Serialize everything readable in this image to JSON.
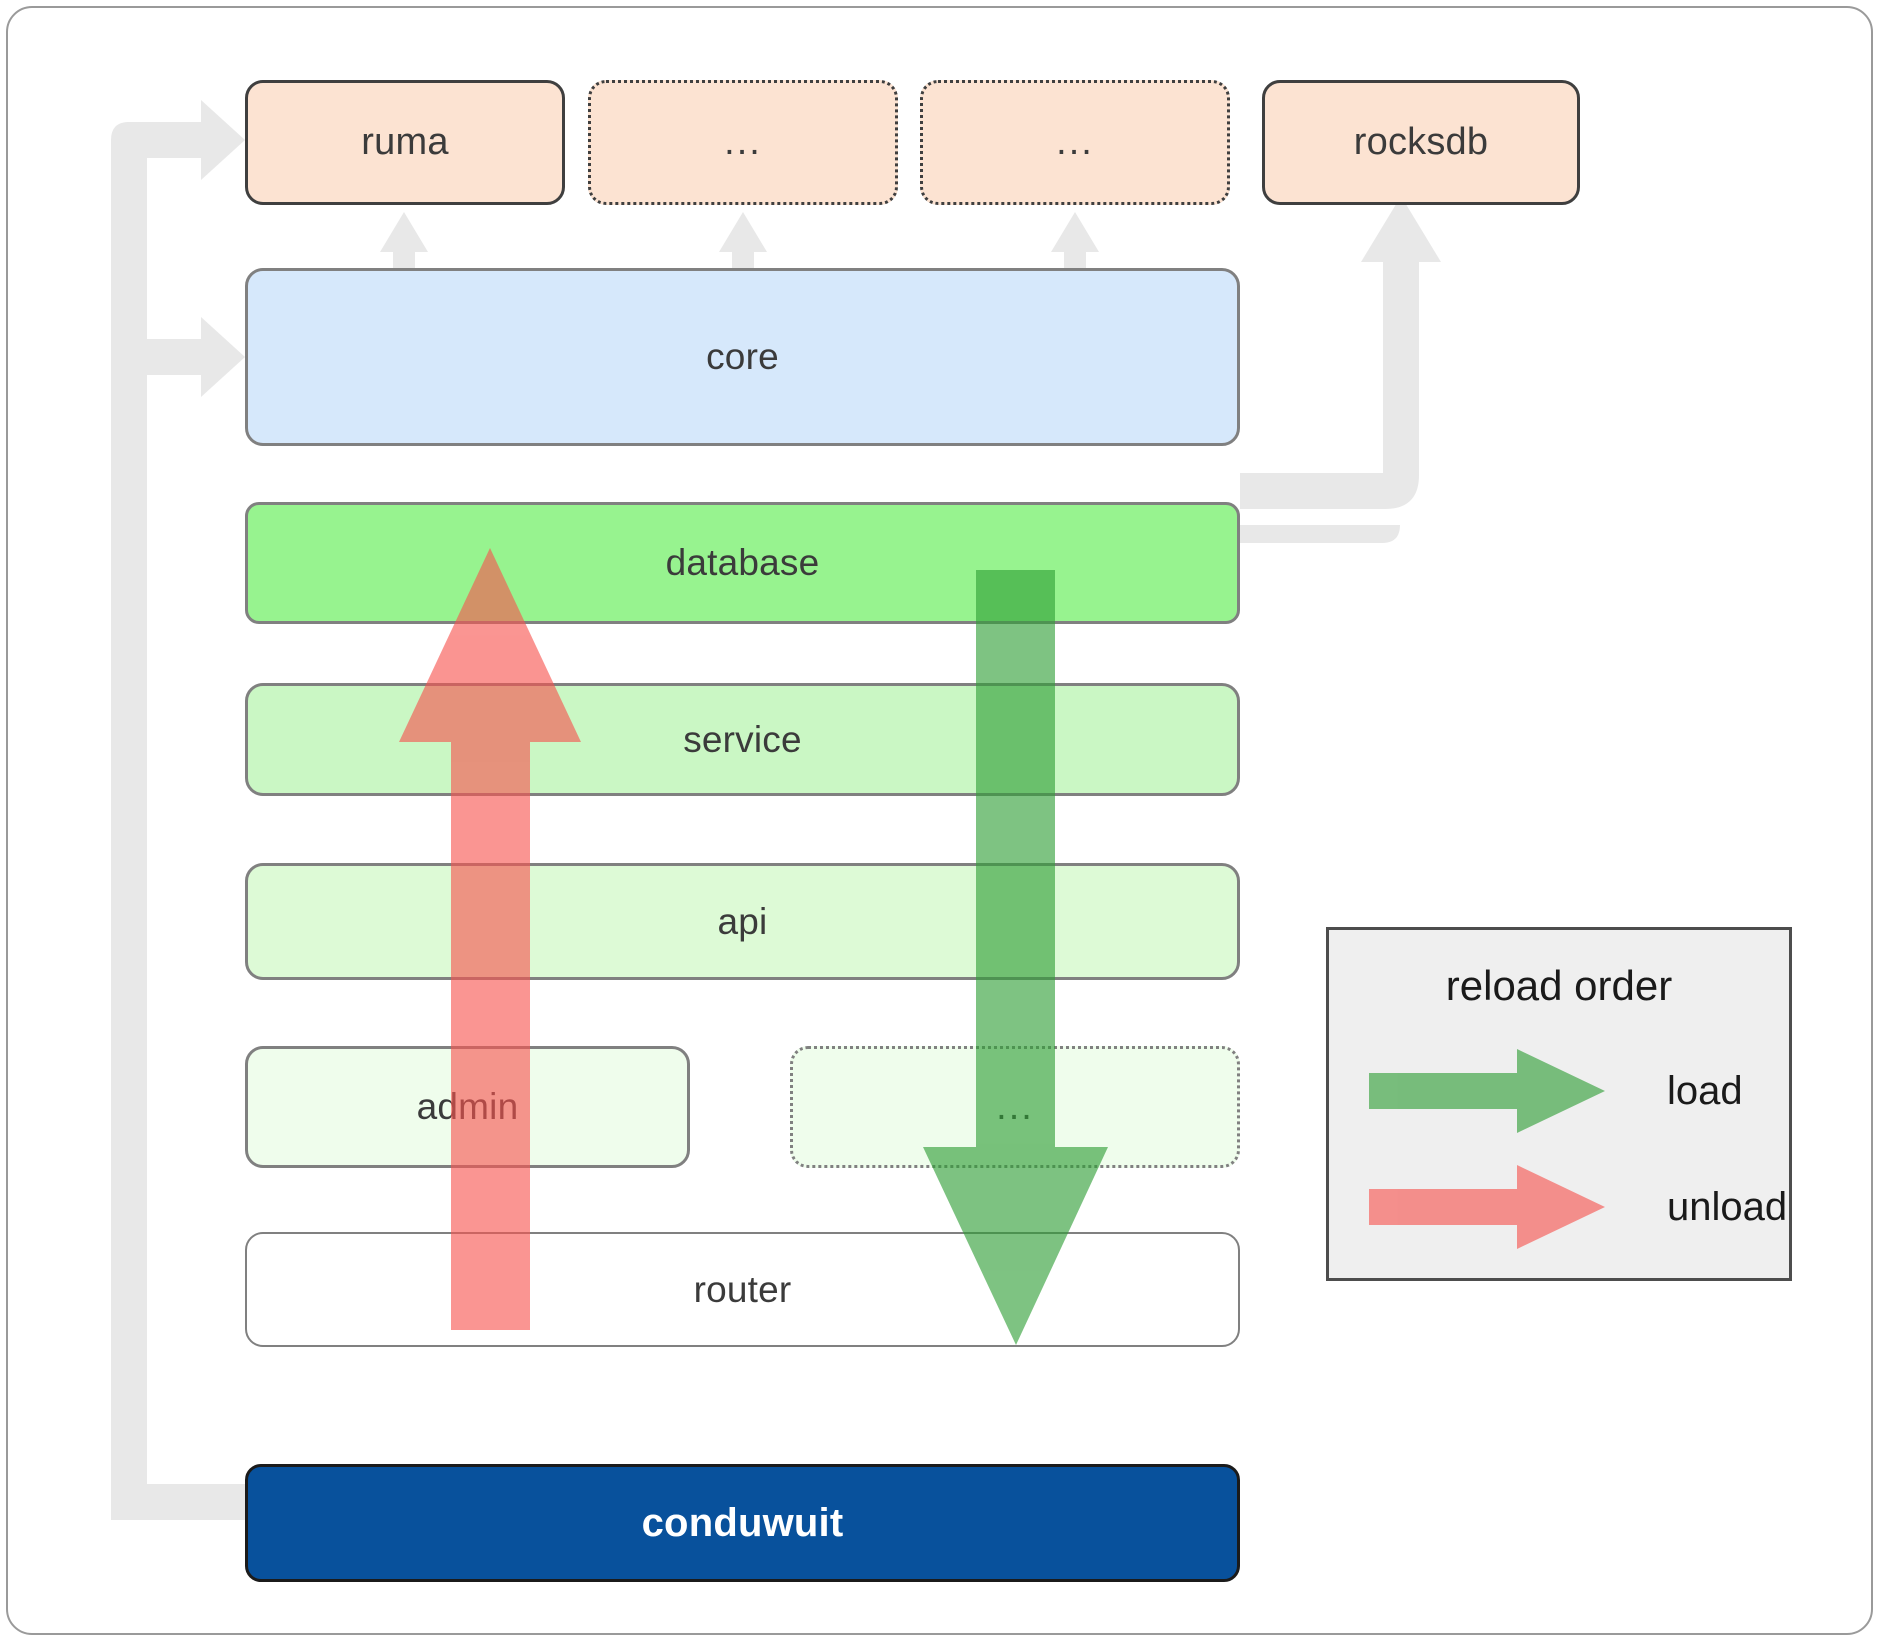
{
  "diagram": {
    "title": "conduwuit crate dependency / reload order diagram",
    "colors": {
      "dependency_fill": "#fce3d2",
      "core_fill": "#d6e8fb",
      "database_fill": "#97f38f",
      "service_fill": "#caf7c4",
      "api_fill": "#ddfad6",
      "admin_fill": "#effdec",
      "router_fill": "#ffffff",
      "root_fill": "#08519c",
      "load_arrow": "#4caf50",
      "unload_arrow": "#fa8080",
      "link_gray": "#e8e8e8",
      "legend_bg": "#efefef"
    },
    "nodes": [
      {
        "id": "ruma",
        "label": "ruma",
        "row": "dependencies",
        "style": "solid"
      },
      {
        "id": "dep_dots1",
        "label": "...",
        "row": "dependencies",
        "style": "dotted"
      },
      {
        "id": "dep_dots2",
        "label": "...",
        "row": "dependencies",
        "style": "dotted"
      },
      {
        "id": "rocksdb",
        "label": "rocksdb",
        "row": "dependencies",
        "style": "solid"
      },
      {
        "id": "core",
        "label": "core",
        "row": "layer",
        "style": "solid"
      },
      {
        "id": "database",
        "label": "database",
        "row": "layer",
        "style": "solid"
      },
      {
        "id": "service",
        "label": "service",
        "row": "layer",
        "style": "solid"
      },
      {
        "id": "api",
        "label": "api",
        "row": "layer",
        "style": "solid"
      },
      {
        "id": "admin",
        "label": "admin",
        "row": "layer",
        "style": "solid"
      },
      {
        "id": "mod_dots",
        "label": "...",
        "row": "layer",
        "style": "dotted"
      },
      {
        "id": "router",
        "label": "router",
        "row": "layer",
        "style": "solid"
      },
      {
        "id": "conduwuit",
        "label": "conduwuit",
        "row": "root",
        "style": "solid"
      }
    ]
  },
  "legend": {
    "title": "reload order",
    "items": [
      {
        "key": "load",
        "label": "load",
        "color": "#4caf50"
      },
      {
        "key": "unload",
        "label": "unload",
        "color": "#fa8080"
      }
    ]
  }
}
